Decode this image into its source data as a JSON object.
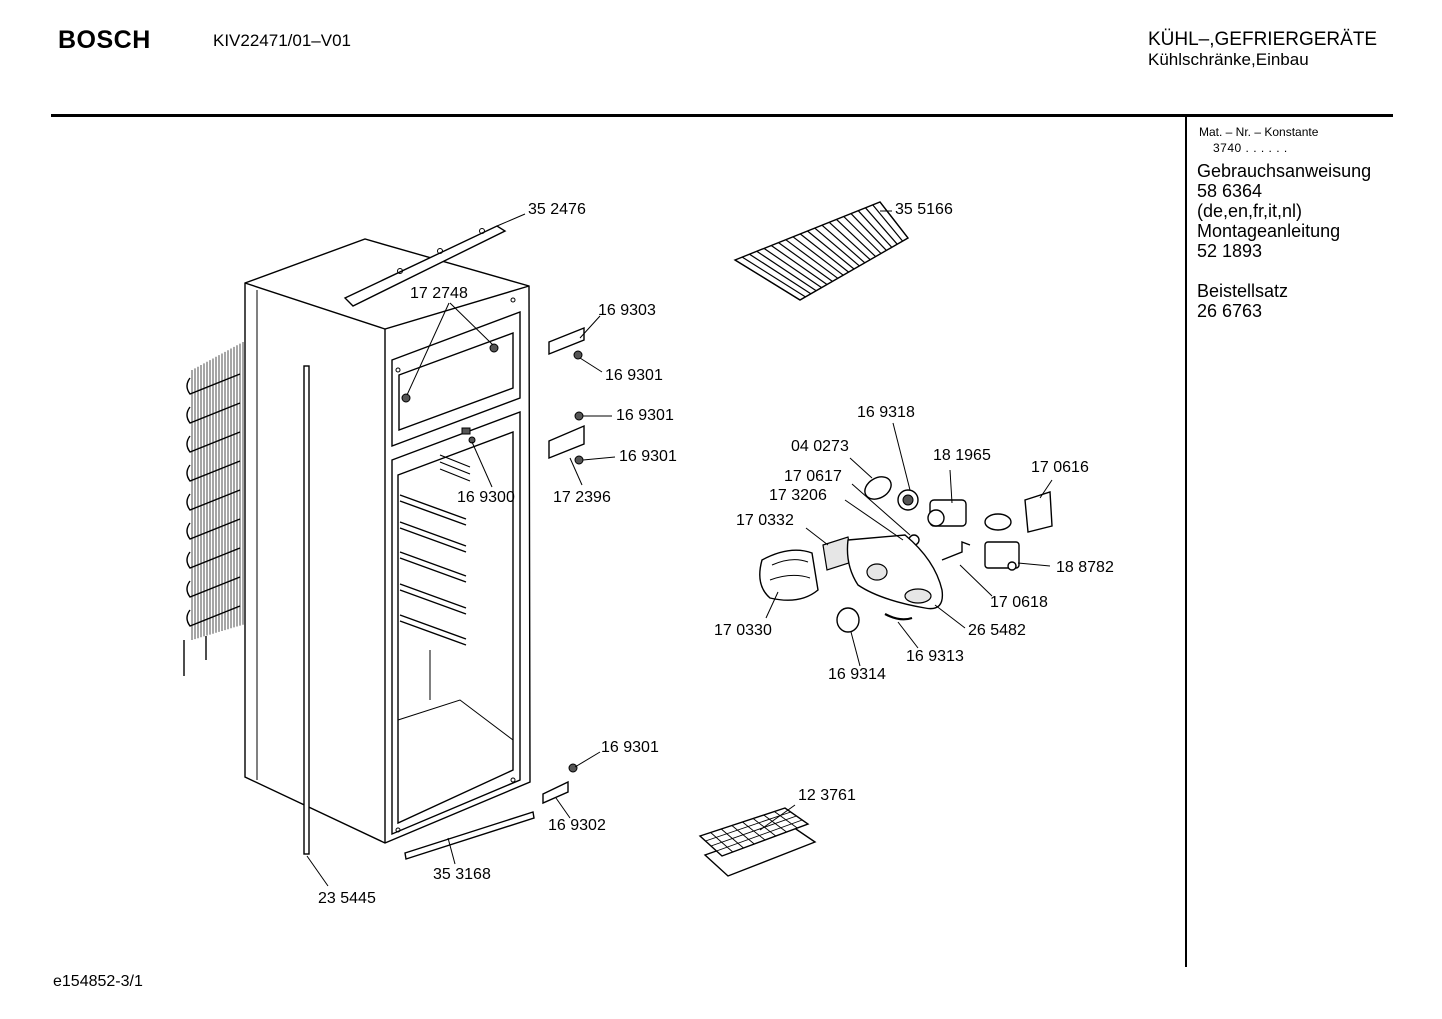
{
  "header": {
    "brand": "BOSCH",
    "model": "KIV22471/01–V01",
    "category_line1": "KÜHL–,GEFRIERGERÄTE",
    "category_line2": "Kühlschränke,Einbau"
  },
  "sidebar": {
    "mat_label": "Mat. – Nr. – Konstante",
    "mat_value": "3740  .  .  .  .  .  .",
    "lines": [
      "Gebrauchsanweisung",
      "58 6364",
      "(de,en,fr,it,nl)",
      "Montageanleitung",
      "52 1893",
      "",
      "Beistellsatz",
      "26 6763"
    ]
  },
  "parts": [
    {
      "id": "p352476",
      "label": "35 2476"
    },
    {
      "id": "p172748",
      "label": "17 2748"
    },
    {
      "id": "p169303",
      "label": "16 9303"
    },
    {
      "id": "p169301a",
      "label": "16 9301"
    },
    {
      "id": "p169301b",
      "label": "16 9301"
    },
    {
      "id": "p169301c",
      "label": "16 9301"
    },
    {
      "id": "p169300",
      "label": "16 9300"
    },
    {
      "id": "p172396",
      "label": "17 2396"
    },
    {
      "id": "p169301d",
      "label": "16 9301"
    },
    {
      "id": "p169302",
      "label": "16 9302"
    },
    {
      "id": "p353168",
      "label": "35 3168"
    },
    {
      "id": "p235445",
      "label": "23 5445"
    },
    {
      "id": "p355166",
      "label": "35 5166"
    },
    {
      "id": "p169318",
      "label": "16 9318"
    },
    {
      "id": "p040273",
      "label": "04 0273"
    },
    {
      "id": "p181965",
      "label": "18 1965"
    },
    {
      "id": "p170616",
      "label": "17 0616"
    },
    {
      "id": "p170617",
      "label": "17 0617"
    },
    {
      "id": "p173206",
      "label": "17 3206"
    },
    {
      "id": "p170332",
      "label": "17 0332"
    },
    {
      "id": "p188782",
      "label": "18 8782"
    },
    {
      "id": "p170618",
      "label": "17 0618"
    },
    {
      "id": "p265482",
      "label": "26 5482"
    },
    {
      "id": "p170330",
      "label": "17 0330"
    },
    {
      "id": "p169313",
      "label": "16 9313"
    },
    {
      "id": "p169314",
      "label": "16 9314"
    },
    {
      "id": "p123761",
      "label": "12 3761"
    }
  ],
  "footer": {
    "code": "e154852-3/1"
  }
}
